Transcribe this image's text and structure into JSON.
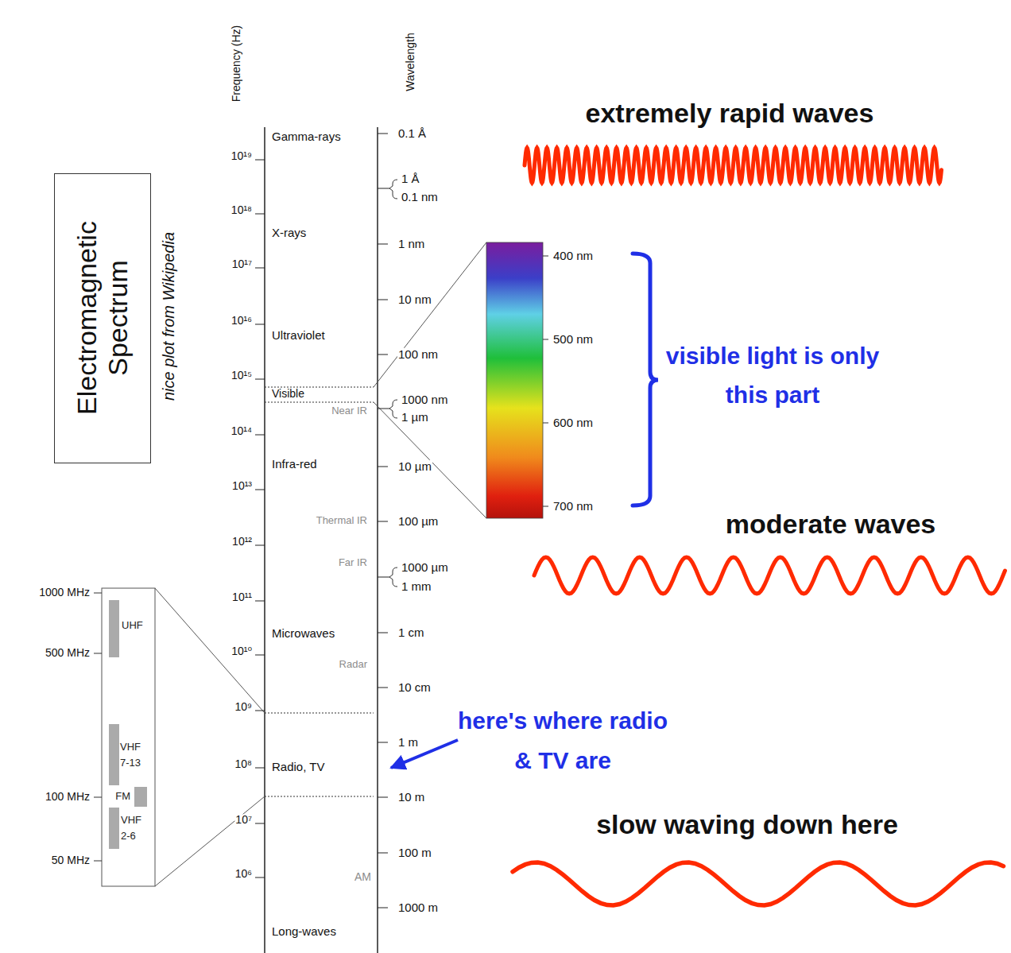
{
  "diagram": {
    "nodes": [
      {
        "text": [
          "Electromagnetic Spectrum"
        ]
      },
      {
        "text": [
          "UHF"
        ]
      },
      {
        "text": [
          "VHF 7-13"
        ]
      },
      {
        "text": [
          "FM"
        ]
      },
      {
        "text": [
          "VHF 2-6"
        ]
      }
    ],
    "labels": [
      "nice plot from Wikipedia",
      "Frequency (Hz)",
      "Wavelength",
      "10¹⁹",
      "10¹⁸",
      "10¹⁷",
      "10¹⁶",
      "10¹⁵",
      "10¹⁴",
      "10¹³",
      "10¹²",
      "10¹¹",
      "10¹⁰",
      "10⁹",
      "10⁸",
      "10⁷",
      "10⁶",
      "Gamma-rays",
      "X-rays",
      "Ultraviolet",
      "Visible",
      "Near IR",
      "Infra-red",
      "Thermal IR",
      "Far IR",
      "Microwaves",
      "Radar",
      "Radio, TV",
      "AM",
      "Long-waves",
      "0.1 Å",
      "1 Å",
      "0.1 nm",
      "1 nm",
      "10 nm",
      "100 nm",
      "1000 nm",
      "1 µm",
      "10 µm",
      "100 µm",
      "1000 µm",
      "1 mm",
      "1 cm",
      "10 cm",
      "1 m",
      "10 m",
      "100 m",
      "1000 m",
      "400 nm",
      "500 nm",
      "600 nm",
      "700 nm",
      "1000 MHz",
      "500 MHz",
      "100 MHz",
      "50 MHz",
      "extremely rapid waves",
      "visible light is only this part",
      "moderate waves",
      "here's where radio & TV are",
      "slow waving down here"
    ]
  }
}
